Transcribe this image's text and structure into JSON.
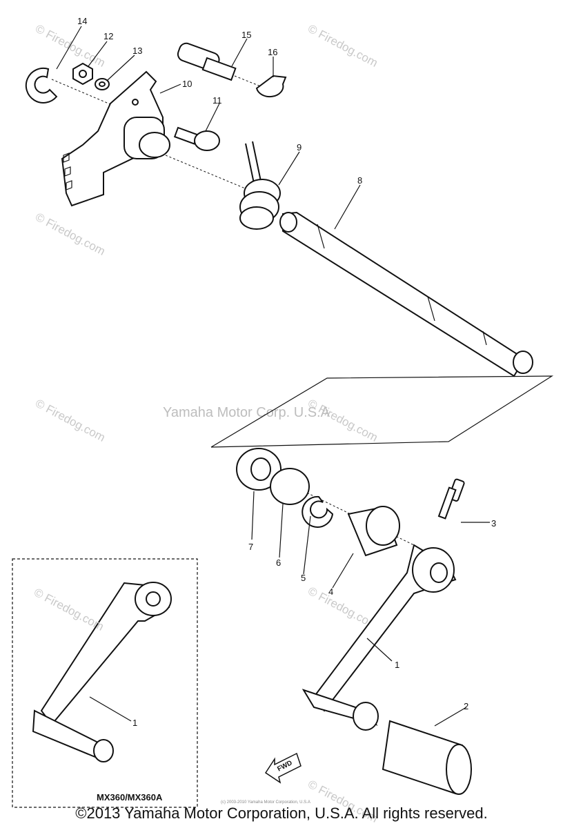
{
  "callouts": {
    "c1": "1",
    "c2": "2",
    "c3": "3",
    "c4": "4",
    "c5": "5",
    "c6": "6",
    "c7": "7",
    "c8": "8",
    "c9": "9",
    "c10": "10",
    "c11": "11",
    "c12": "12",
    "c13": "13",
    "c14": "14",
    "c15": "15",
    "c16": "16",
    "c1_inset": "1"
  },
  "watermarks": {
    "firedog": "© Firedog.com",
    "center": "Yamaha Motor Corp. U.S.A",
    "fine_print": "(c) 2003-2010 Yamaha Motor Corporation, U.S.A"
  },
  "inset": {
    "model_label": "MX360/MX360A"
  },
  "fwd_label": "FWD",
  "footer": {
    "copyright": "©2013 Yamaha Motor Corporation, U.S.A. All rights reserved."
  }
}
